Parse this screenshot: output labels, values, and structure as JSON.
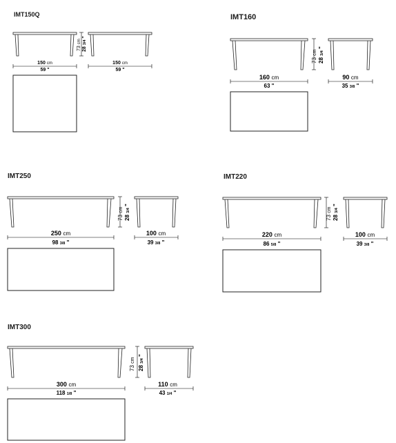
{
  "tables": [
    {
      "model": "IMT150Q",
      "height_cm": "73",
      "height_unit": "cm",
      "height_in": "28",
      "height_frac": "3/4",
      "views": [
        {
          "cm": "150",
          "unit": "cm",
          "inches": "59",
          "frac": ""
        },
        {
          "cm": "150",
          "unit": "cm",
          "inches": "59",
          "frac": ""
        }
      ]
    },
    {
      "model": "IMT160",
      "height_cm": "73",
      "height_unit": "cm",
      "height_in": "28",
      "height_frac": "3/4",
      "views": [
        {
          "cm": "160",
          "unit": "cm",
          "inches": "63",
          "frac": ""
        },
        {
          "cm": "90",
          "unit": "cm",
          "inches": "35",
          "frac": "3/8"
        }
      ]
    },
    {
      "model": "IMT250",
      "height_cm": "73",
      "height_unit": "cm",
      "height_in": "28",
      "height_frac": "3/4",
      "views": [
        {
          "cm": "250",
          "unit": "cm",
          "inches": "98",
          "frac": "3/8"
        },
        {
          "cm": "100",
          "unit": "cm",
          "inches": "39",
          "frac": "3/8"
        }
      ]
    },
    {
      "model": "IMT220",
      "height_cm": "73",
      "height_unit": "cm",
      "height_in": "28",
      "height_frac": "3/4",
      "views": [
        {
          "cm": "220",
          "unit": "cm",
          "inches": "86",
          "frac": "5/8"
        },
        {
          "cm": "100",
          "unit": "cm",
          "inches": "39",
          "frac": "3/8"
        }
      ]
    },
    {
      "model": "IMT300",
      "height_cm": "73",
      "height_unit": "cm",
      "height_in": "28",
      "height_frac": "3/4",
      "views": [
        {
          "cm": "300",
          "unit": "cm",
          "inches": "118",
          "frac": "1/8"
        },
        {
          "cm": "110",
          "unit": "cm",
          "inches": "43",
          "frac": "1/4"
        }
      ]
    }
  ]
}
